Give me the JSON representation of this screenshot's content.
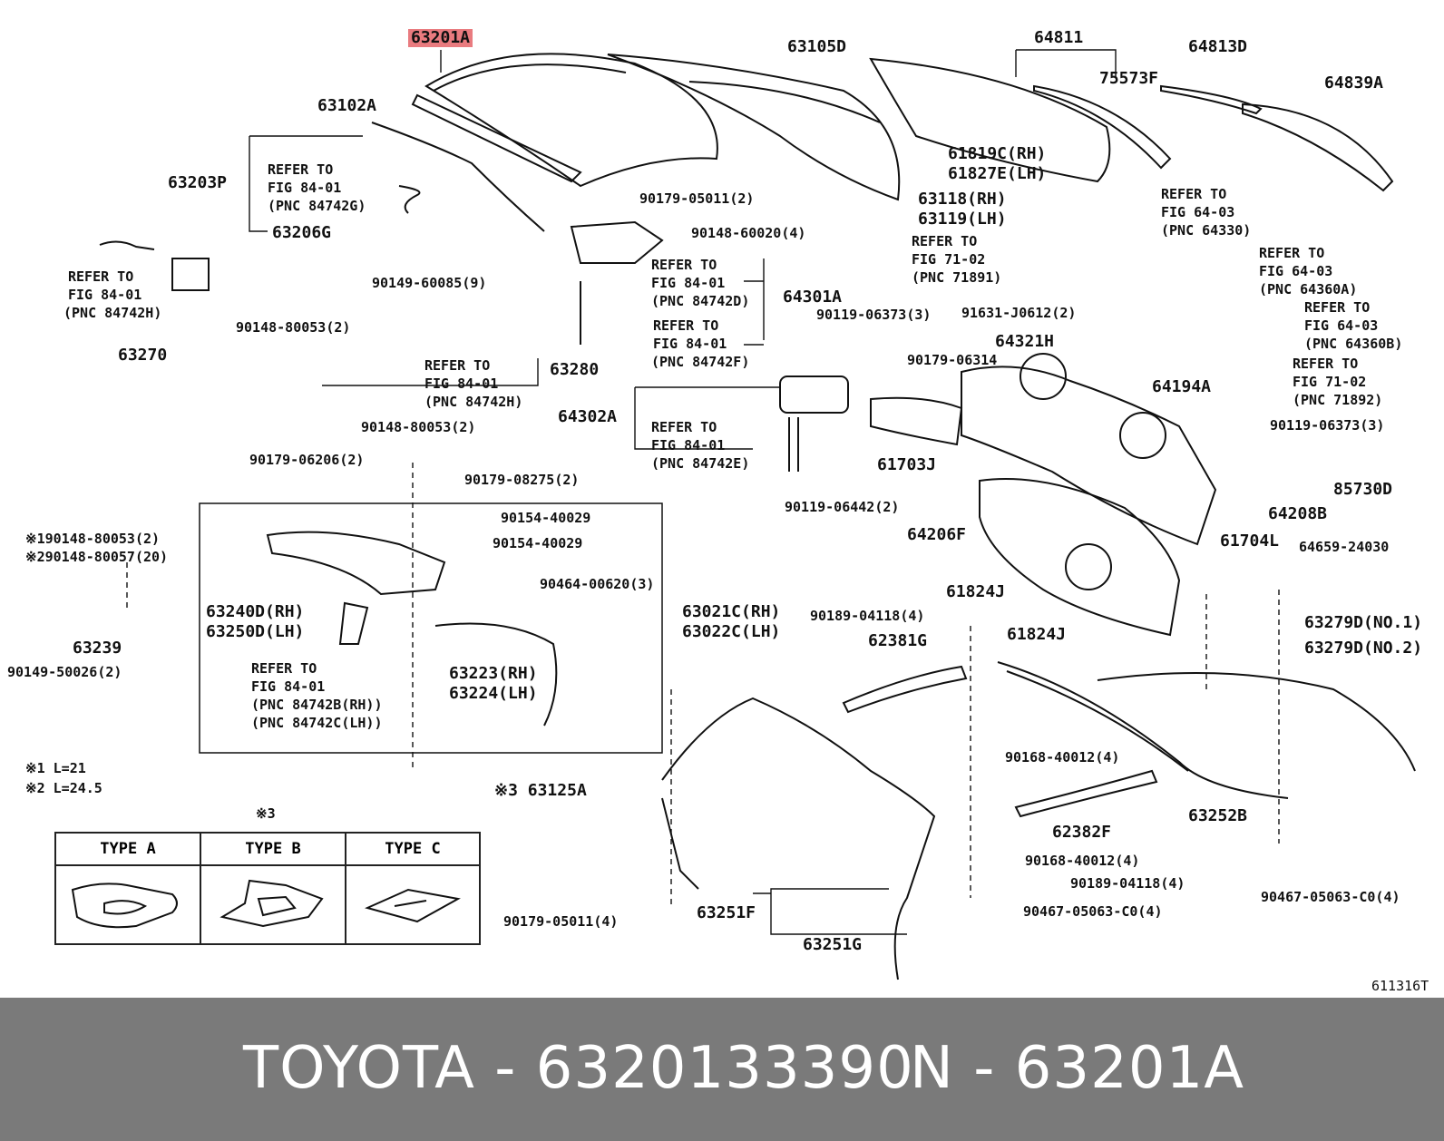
{
  "labels": {
    "p63201A": "63201A",
    "p63105D": "63105D",
    "p64811": "64811",
    "p64813D": "64813D",
    "p75573F": "75573F",
    "p64839A": "64839A",
    "p63102A": "63102A",
    "p63203P": "63203P",
    "p63206G": "63206G",
    "ref_84_01_g": [
      "REFER TO",
      "FIG 84-01",
      "(PNC 84742G)"
    ],
    "p61819C": "61819C(RH)",
    "p61827E": "61827E(LH)",
    "f90179_05011_2": "90179-05011(2)",
    "p63118": "63118(RH)",
    "p63119": "63119(LH)",
    "f90148_60020_4": "90148-60020(4)",
    "ref_64_03_a": [
      "REFER TO",
      "FIG 64-03",
      "(PNC 64330)"
    ],
    "ref_71_02_a": [
      "REFER TO",
      "FIG 71-02",
      "(PNC 71891)"
    ],
    "ref_64_03_b": [
      "REFER TO",
      "FIG 64-03",
      "(PNC 64360A)"
    ],
    "ref_64_03_c": [
      "REFER TO",
      "FIG 64-03",
      "(PNC 64360B)"
    ],
    "ref_71_02_b": [
      "REFER TO",
      "FIG 71-02",
      "(PNC 71892)"
    ],
    "ref_84_01_h1": [
      "REFER TO",
      "FIG 84-01",
      "(PNC 84742H)"
    ],
    "f90149_60085_9": "90149-60085(9)",
    "ref_84_01_d": [
      "REFER TO",
      "FIG 84-01",
      "(PNC 84742D)"
    ],
    "p64301A": "64301A",
    "f90119_06373_3a": "90119-06373(3)",
    "f91631_j0612_2": "91631-J0612(2)",
    "f90148_80053_2a": "90148-80053(2)",
    "p63270": "63270",
    "ref_84_01_f": [
      "REFER TO",
      "FIG 84-01",
      "(PNC 84742F)"
    ],
    "f90179_06314": "90179-06314",
    "p64321H": "64321H",
    "ref_84_01_h2": [
      "REFER TO",
      "FIG 84-01",
      "(PNC 84742H)"
    ],
    "p63280": "63280",
    "p64194A": "64194A",
    "p64302A": "64302A",
    "f90148_80053_2b": "90148-80053(2)",
    "ref_84_01_e": [
      "REFER TO",
      "FIG 84-01",
      "(PNC 84742E)"
    ],
    "f90119_06373_3b": "90119-06373(3)",
    "p61703J": "61703J",
    "f90179_06206_2": "90179-06206(2)",
    "f90179_08275_2": "90179-08275(2)",
    "p85730D": "85730D",
    "f90119_06442_2": "90119-06442(2)",
    "p64208B": "64208B",
    "f90154_40029a": "90154-40029",
    "p64206F": "64206F",
    "n1_90148_80053": "※190148-80053(2)",
    "n2_90148_80057": "※290148-80057(20)",
    "f90154_40029b": "90154-40029",
    "p61704L": "61704L",
    "f64659_24030": "64659-24030",
    "f90464_00620_3": "90464-00620(3)",
    "p61824J_a": "61824J",
    "p63240D": "63240D(RH)",
    "p63250D": "63250D(LH)",
    "p63021C": "63021C(RH)",
    "p63022C": "63022C(LH)",
    "f90189_04118_4a": "90189-04118(4)",
    "p63279D1": "63279D(NO.1)",
    "p62381G": "62381G",
    "p61824J_b": "61824J",
    "p63239": "63239",
    "p63279D2": "63279D(NO.2)",
    "ref_84_01_bc": [
      "REFER TO",
      "FIG 84-01",
      "(PNC 84742B(RH))",
      "(PNC 84742C(LH))"
    ],
    "p63223": "63223(RH)",
    "p63224": "63224(LH)",
    "f90149_50026_2": "90149-50026(2)",
    "note1": "※1 L=21",
    "note2": "※2 L=24.5",
    "f90168_40012_4a": "90168-40012(4)",
    "p63125A": "※3 63125A",
    "p63252B": "63252B",
    "note3": "※3",
    "p62382F": "62382F",
    "f90168_40012_4b": "90168-40012(4)",
    "f90189_04118_4b": "90189-04118(4)",
    "f90467_05063_c0_a": "90467-05063-C0(4)",
    "f90179_05011_4": "90179-05011(4)",
    "p63251F": "63251F",
    "f90467_05063_c0_b": "90467-05063-C0(4)",
    "p63251G": "63251G",
    "fig_id": "611316T"
  },
  "type_table": {
    "headers": [
      "TYPE A",
      "TYPE B",
      "TYPE C"
    ]
  },
  "footer": {
    "left": "TOYOTA - 6320133390",
    "right": "N - 63201A"
  },
  "colors": {
    "highlight": "#e97b7f",
    "footer_bg": "#7a7a7a",
    "footer_text": "#ffffff"
  }
}
